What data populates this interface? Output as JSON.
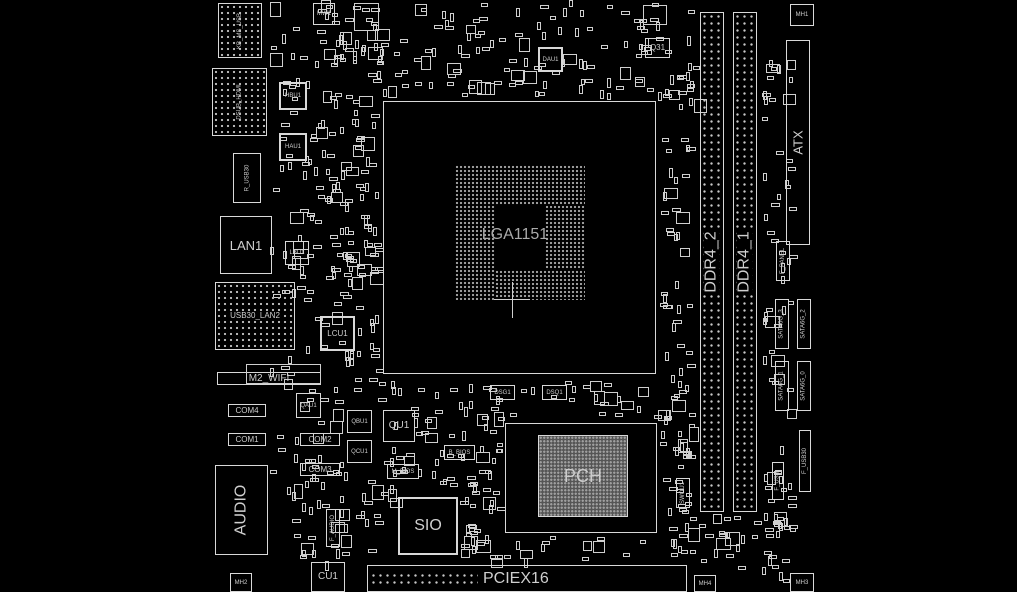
{
  "board": {
    "connectors": {
      "kb_ms_usb": "KB_MS_USB",
      "dsub_hdmi": "DSUB_HDMI",
      "r_usb30": "R_USB30",
      "lan1": "LAN1",
      "usb30_lan2": "USB30_LAN2",
      "m2_wifi": "M2_WIFI",
      "com4": "COM4",
      "com1": "COM1",
      "com2": "COM2",
      "com3": "COM3",
      "audio": "AUDIO",
      "pciex16": "PCIEX16",
      "ddr4_2": "DDR4_2",
      "ddr4_1": "DDR4_1",
      "atx": "ATX",
      "sata6g_3": "SATA6G_3",
      "sata6g_2": "SATA6G_2",
      "sata6g_1": "SATA6G_1",
      "sata6g_0": "SATA6G_0",
      "f_usb30": "F_USB30",
      "f_usb": "F_USB",
      "f_panel": "F_PANEL"
    },
    "chips": {
      "cpu_socket": "LGA1151",
      "pch": "PCH",
      "sio": "SIO",
      "qu1": "QU1",
      "cu1": "CU1",
      "qau1": "QAU1",
      "qbu1": "QBU1",
      "qcu1": "QCU1",
      "m_bios": "M_BIOS",
      "b_bios": "B_BIOS",
      "hbu1": "HBU1",
      "hau1": "HAU1",
      "lbu1": "LBU1",
      "lcu1": "LCU1",
      "mw1": "MW1",
      "dau1": "DAU1",
      "q31": "Q31",
      "dsg1": "DSG1",
      "dsq1": "DSQ1",
      "swou1": "SWOU1",
      "f_audio": "F_AUDIO"
    },
    "mounting_holes": {
      "mh1": "MH1",
      "mh2": "MH2",
      "mh3": "MH3",
      "mh4": "MH4"
    }
  }
}
